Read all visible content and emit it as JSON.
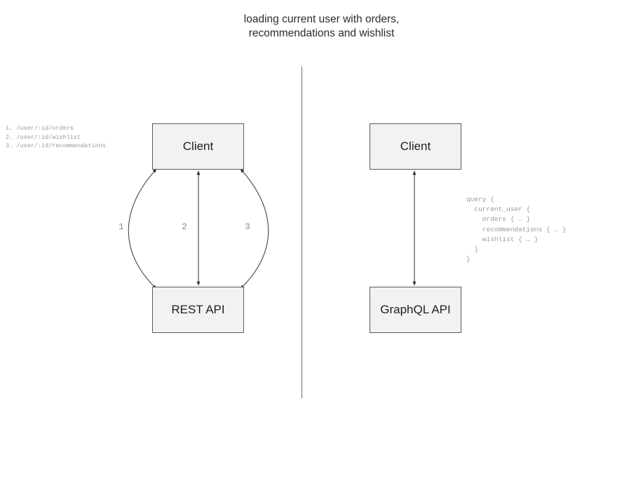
{
  "diagram": {
    "title": "loading current user with orders,\nrecommendations and wishlist",
    "colors": {
      "node_fill": "#f2f2f2",
      "node_border": "#5a5a5a",
      "edge": "#4d4d4d",
      "divider": "#6e6e6e",
      "code_text": "#9a9a9a",
      "label_text": "#8a8a8a",
      "title_text": "#2b2b2b"
    },
    "left_panel": {
      "nodes": {
        "client": "Client",
        "api": "REST API"
      },
      "edge_labels": [
        "1",
        "2",
        "3"
      ],
      "annotation": "1. /user/:id/orders\n2. /user/:id/wishlist\n3. /user/:id/recommendations",
      "endpoints": [
        {
          "number": "1.",
          "path": "/user/:id/orders"
        },
        {
          "number": "2.",
          "path": "/user/:id/wishlist"
        },
        {
          "number": "3.",
          "path": "/user/:id/recommendations"
        }
      ]
    },
    "right_panel": {
      "nodes": {
        "client": "Client",
        "api": "GraphQL API"
      },
      "query": "query {\n  current_user {\n    orders { … }\n    recommendations { … }\n    wishlist { … }\n  }\n}"
    }
  }
}
